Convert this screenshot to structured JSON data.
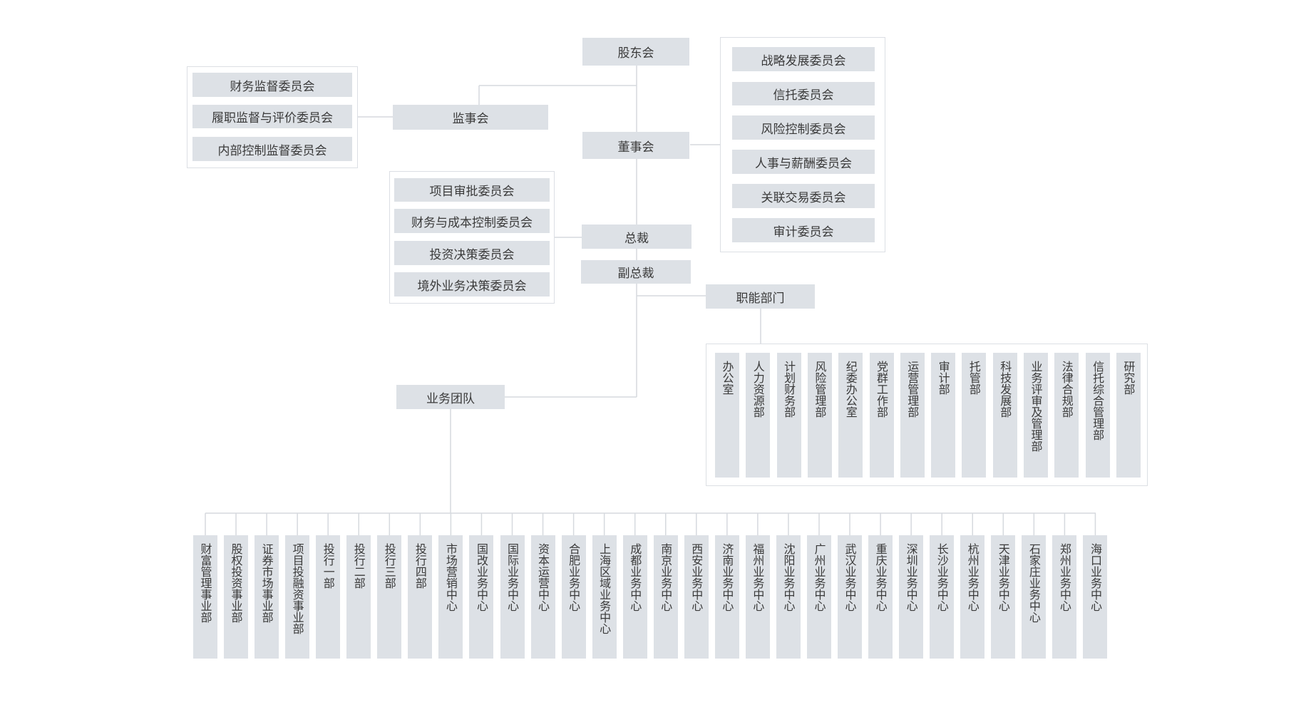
{
  "top": {
    "shareholders": "股东会",
    "supervisors": "监事会",
    "board": "董事会",
    "president": "总裁",
    "vice_president": "副总裁",
    "functional": "职能部门",
    "business": "业务团队"
  },
  "supervisory_committees": [
    "财务监督委员会",
    "履职监督与评价委员会",
    "内部控制监督委员会"
  ],
  "board_committees": [
    "战略发展委员会",
    "信托委员会",
    "风险控制委员会",
    "人事与薪酬委员会",
    "关联交易委员会",
    "审计委员会"
  ],
  "president_committees": [
    "项目审批委员会",
    "财务与成本控制委员会",
    "投资决策委员会",
    "境外业务决策委员会"
  ],
  "functional_departments": [
    "办公室",
    "人力资源部",
    "计划财务部",
    "风险管理部",
    "纪委办公室",
    "党群工作部",
    "运营管理部",
    "审计部",
    "托管部",
    "科技发展部",
    "业务评审及管理部",
    "法律合规部",
    "信托综合管理部",
    "研究部"
  ],
  "business_units": [
    "财富管理事业部",
    "股权投资事业部",
    "证券市场事业部",
    "项目投融资事业部",
    "投行一部",
    "投行二部",
    "投行三部",
    "投行四部",
    "市场营销中心",
    "国改业务中心",
    "国际业务中心",
    "资本运营中心",
    "合肥业务中心",
    "上海区域业务中心",
    "成都业务中心",
    "南京业务中心",
    "西安业务中心",
    "济南业务中心",
    "福州业务中心",
    "沈阳业务中心",
    "广州业务中心",
    "武汉业务中心",
    "重庆业务中心",
    "深圳业务中心",
    "长沙业务中心",
    "杭州业务中心",
    "天津业务中心",
    "石家庄业务中心",
    "郑州业务中心",
    "海口业务中心"
  ]
}
